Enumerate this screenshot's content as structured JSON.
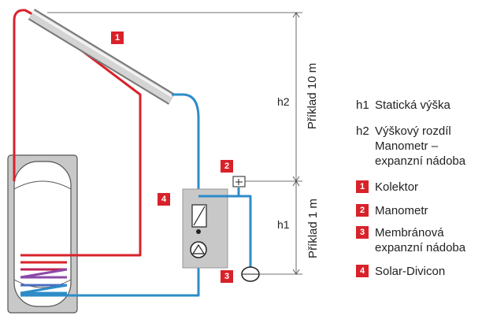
{
  "diagram": {
    "badges": {
      "collector": "1",
      "manometer": "2",
      "expansion_vessel": "3",
      "solar_divicon": "4"
    },
    "dimensions": {
      "h2_label": "h2",
      "h1_label": "h1",
      "upper_rotated": "Příklad 10 m",
      "lower_rotated": "Příklad 1 m"
    },
    "colors": {
      "supply_red": "#d8222a",
      "return_blue": "#2d8cc8",
      "tank_grey": "#c8c8c8",
      "badge_red": "#d8222a"
    }
  },
  "legend": {
    "h1": {
      "key": "h1",
      "text": "Statická výška"
    },
    "h2": {
      "key": "h2",
      "line1": "Výškový rozdíl",
      "line2": "Manometr –",
      "line3": "expanzní nádoba"
    },
    "items": [
      {
        "num": "1",
        "line1": "Kolektor"
      },
      {
        "num": "2",
        "line1": "Manometr"
      },
      {
        "num": "3",
        "line1": "Membránová",
        "line2": "expanzní nádoba"
      },
      {
        "num": "4",
        "line1": "Solar-Divicon"
      }
    ]
  }
}
